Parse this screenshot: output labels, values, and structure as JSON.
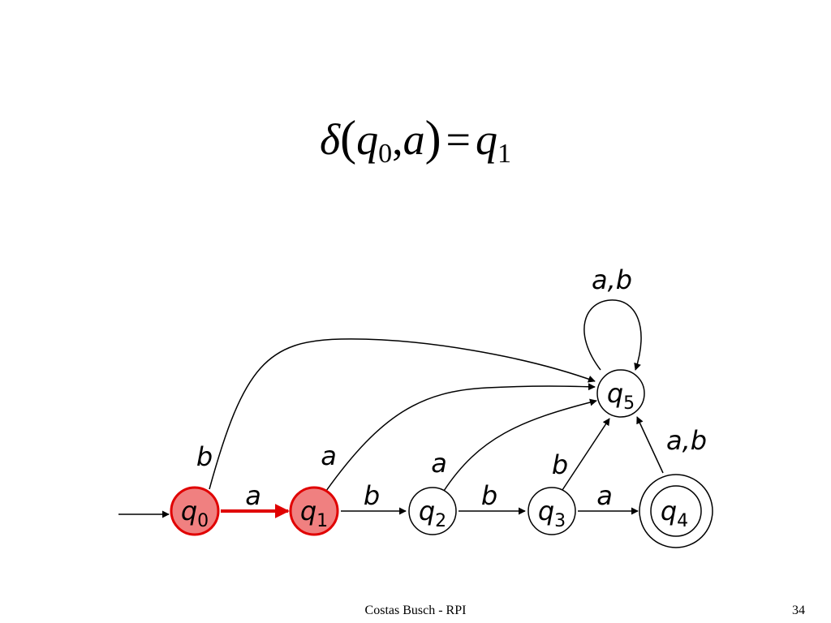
{
  "formula": {
    "func": "δ",
    "state_name": "q",
    "arg_index": "0",
    "symbol": "a",
    "result_name": "q",
    "result_index": "1"
  },
  "diagram": {
    "states": [
      {
        "name": "q",
        "index": "0",
        "highlighted": true,
        "accepting": false
      },
      {
        "name": "q",
        "index": "1",
        "highlighted": true,
        "accepting": false
      },
      {
        "name": "q",
        "index": "2",
        "highlighted": false,
        "accepting": false
      },
      {
        "name": "q",
        "index": "3",
        "highlighted": false,
        "accepting": false
      },
      {
        "name": "q",
        "index": "4",
        "highlighted": false,
        "accepting": true
      },
      {
        "name": "q",
        "index": "5",
        "highlighted": false,
        "accepting": false
      }
    ],
    "transitions": [
      {
        "from": "q0",
        "to": "q1",
        "label": "a",
        "highlighted": true
      },
      {
        "from": "q0",
        "to": "q5",
        "label": "b",
        "highlighted": false
      },
      {
        "from": "q1",
        "to": "q2",
        "label": "b",
        "highlighted": false
      },
      {
        "from": "q1",
        "to": "q5",
        "label": "a",
        "highlighted": false
      },
      {
        "from": "q2",
        "to": "q3",
        "label": "b",
        "highlighted": false
      },
      {
        "from": "q2",
        "to": "q5",
        "label": "a",
        "highlighted": false
      },
      {
        "from": "q3",
        "to": "q4",
        "label": "a",
        "highlighted": false
      },
      {
        "from": "q3",
        "to": "q5",
        "label": "b",
        "highlighted": false
      },
      {
        "from": "q4",
        "to": "q5",
        "label": "a,b",
        "highlighted": false
      },
      {
        "from": "q5",
        "to": "q5",
        "label": "a,b",
        "highlighted": false
      }
    ],
    "colors": {
      "highlight_fill": "#f08080",
      "highlight_stroke": "#e00000",
      "stroke": "#000000"
    }
  },
  "footer": {
    "author": "Costas Busch - RPI",
    "page": "34"
  }
}
